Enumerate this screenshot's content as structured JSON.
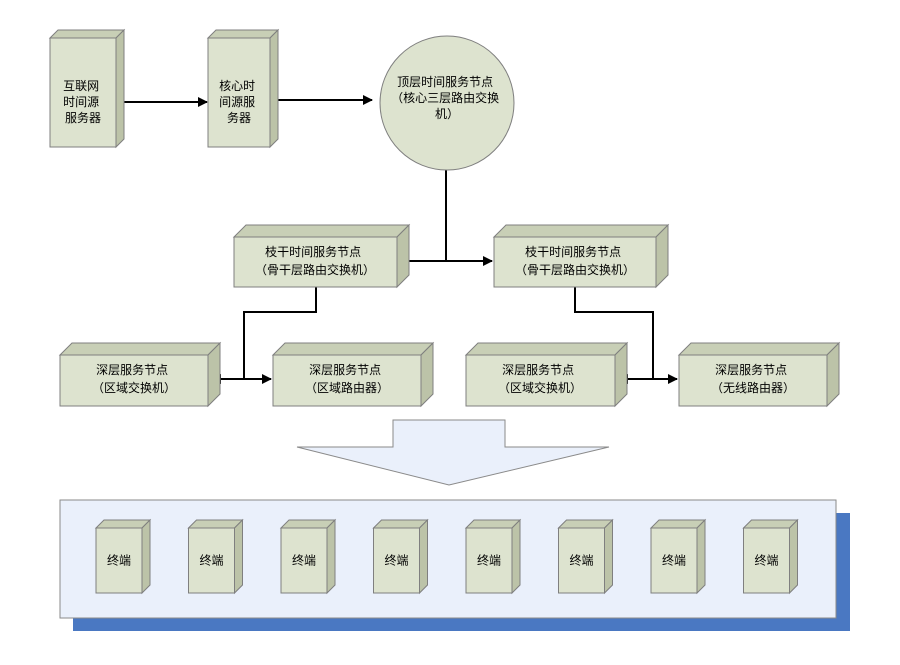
{
  "colors": {
    "box_front": "#dde3cf",
    "box_top": "#c8cfb6",
    "box_side": "#bcc3a8",
    "outline": "#7f7f7f",
    "circle_fill": "#dde3cf",
    "panel_fill": "#eaf0fb",
    "panel_shadow": "#4a78c2",
    "arrow_fill": "#eaf0fb",
    "line": "#000000"
  },
  "nodes": {
    "internet_source": [
      "互联网",
      "时间源",
      "服务器"
    ],
    "core_server": [
      "核心时",
      "间源服",
      "务器"
    ],
    "top_node": [
      "顶层时间服务节点",
      "（核心三层路由交换",
      "机）"
    ],
    "trunk_left": [
      "枝干时间服务节点",
      "（骨干层路由交换机）"
    ],
    "trunk_right": [
      "枝干时间服务节点",
      "（骨干层路由交换机）"
    ],
    "deep_1": [
      "深层服务节点",
      "（区域交换机）"
    ],
    "deep_2": [
      "深层服务节点",
      "（区域路由器）"
    ],
    "deep_3": [
      "深层服务节点",
      "（区域交换机）"
    ],
    "deep_4": [
      "深层服务节点",
      "（无线路由器）"
    ]
  },
  "terminals": [
    "终端",
    "终端",
    "终端",
    "终端",
    "终端",
    "终端",
    "终端",
    "终端"
  ]
}
